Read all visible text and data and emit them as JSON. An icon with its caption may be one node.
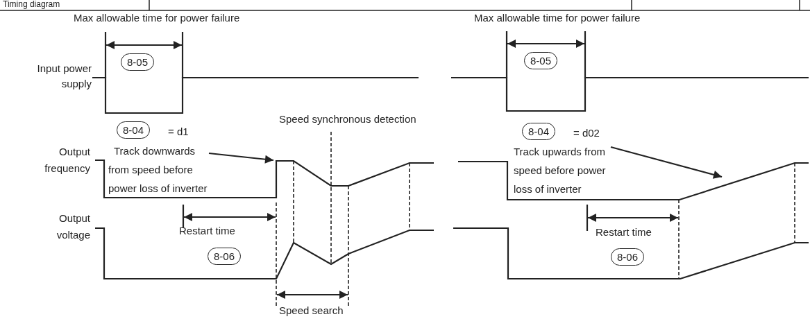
{
  "diagram": {
    "nodes": [
      {
        "text": [
          "8-05"
        ]
      },
      {
        "text": [
          "8-05"
        ]
      },
      {
        "text": [
          "8-04"
        ],
        "beside": [
          "= d1"
        ]
      },
      {
        "text": [
          "8-04"
        ],
        "beside": [
          "= d02"
        ]
      },
      {
        "text": [
          "Track downwards from speed before power loss of inverter"
        ]
      },
      {
        "text": [
          "Track upwards from speed before power loss of inverter"
        ]
      },
      {
        "text": [
          "8-06"
        ]
      },
      {
        "text": [
          "8-06"
        ]
      }
    ],
    "edges": [
      {
        "from": 4,
        "to": null,
        "arrow": "to"
      },
      {
        "from": 5,
        "to": null,
        "arrow": "to"
      }
    ],
    "labels": [
      "Timing diagram",
      "Max allowable time for power failure",
      "Max allowable time for power failure",
      "Input power supply",
      "Speed synchronous detection",
      "Output frequency",
      "Output voltage",
      "Restart time",
      "Restart time",
      "Speed search"
    ]
  }
}
